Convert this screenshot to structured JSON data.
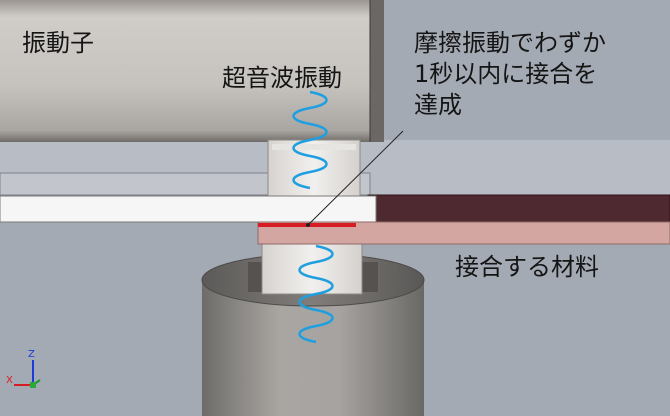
{
  "labels": {
    "vibrator": "振動子",
    "ultrasonic_vibration": "超音波振動",
    "friction_line1": "摩擦振動でわずか",
    "friction_line2": "1秒以内に接合を",
    "friction_line3": "達成",
    "joined_material": "接合する材料"
  },
  "axes": {
    "z": "Z",
    "x": "X"
  },
  "colors": {
    "background": "#a4aab4",
    "horn": "#c9c6c3",
    "upper_plate": "#f6f6f6",
    "dark_plate": "#4f2930",
    "pink_plate": "#d3a6a2",
    "weld_line": "#d81c24",
    "vibration_spring": "#1f9fe0"
  }
}
